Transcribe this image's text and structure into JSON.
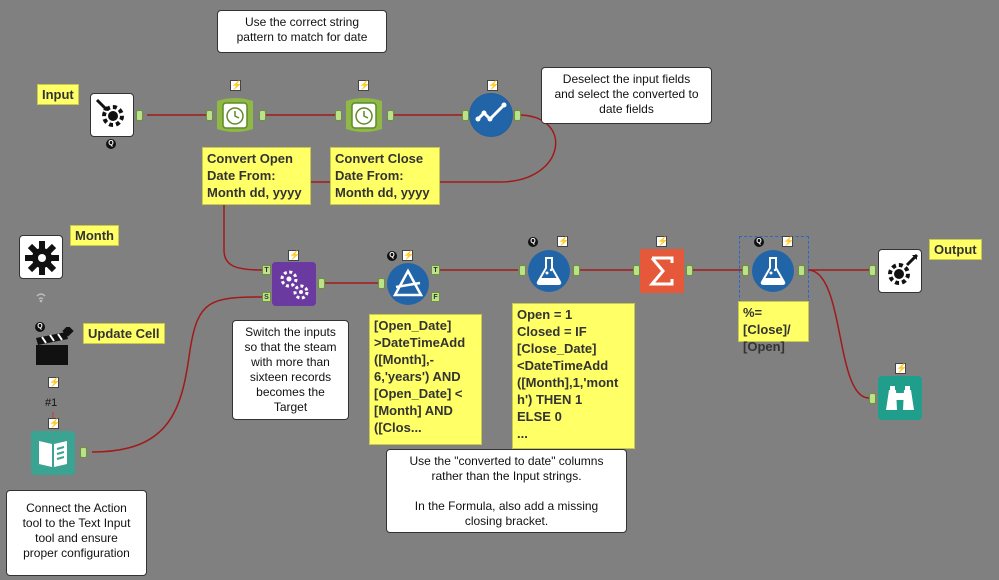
{
  "labels": {
    "input": "Input",
    "month": "Month",
    "update_cell": "Update Cell",
    "output": "Output",
    "convert_open": "Convert Open\nDate From:\nMonth dd, yyyy",
    "convert_close": "Convert Close\nDate From:\nMonth dd, yyyy",
    "filter_expr": "[Open_Date]\n>DateTimeAdd\n([Month],-\n6,'years') AND\n[Open_Date] <\n[Month] AND\n([Clos...",
    "formula1_expr": "Open = 1\nClosed = IF\n[Close_Date]\n<DateTimeAdd\n([Month],1,'mont\nh') THEN 1\nELSE 0\n...",
    "formula2_expr": "%=[Close]/\n[Open]",
    "action_counter": "#1"
  },
  "notes": {
    "string_pattern": "Use the correct string\npattern to match for date",
    "deselect": "Deselect the input fields\nand select the converted to\ndate fields",
    "switch_inputs": "Switch the inputs\nso that the steam\nwith more than\nsixteen records\nbecomes the\nTarget",
    "converted_cols": "Use the \"converted to date\" columns\nrather than the Input strings.\n\nIn the Formula, also add a missing\nclosing bracket.",
    "connect_action": "Connect the Action\ntool to the Text Input\ntool and ensure\nproper configuration"
  },
  "anchors": {
    "true": "T",
    "false": "F",
    "target": "T",
    "source": "S"
  },
  "badges": {
    "bolt": "⚡",
    "q": "Q"
  },
  "tools": [
    {
      "name": "input-macro-tool",
      "icon": "macro-input-icon"
    },
    {
      "name": "datetime-open-tool",
      "icon": "clock-icon"
    },
    {
      "name": "datetime-close-tool",
      "icon": "clock-icon"
    },
    {
      "name": "select-tool",
      "icon": "checkmark-icon"
    },
    {
      "name": "month-control-param-tool",
      "icon": "gear-icon"
    },
    {
      "name": "action-tool",
      "icon": "clapperboard-icon"
    },
    {
      "name": "text-input-tool",
      "icon": "book-icon"
    },
    {
      "name": "append-fields-tool",
      "icon": "gears-icon"
    },
    {
      "name": "filter-tool",
      "icon": "triangle-filter-icon"
    },
    {
      "name": "formula1-tool",
      "icon": "flask-icon"
    },
    {
      "name": "summarize-tool",
      "icon": "sigma-icon"
    },
    {
      "name": "formula2-tool",
      "icon": "flask-icon"
    },
    {
      "name": "macro-output-tool",
      "icon": "macro-output-icon"
    },
    {
      "name": "browse-tool",
      "icon": "binoculars-icon"
    }
  ],
  "colors": {
    "wire": "#a11a1a",
    "note_bg": "#ffff66",
    "anchor": "#b9e28a",
    "canvas": "#808080"
  }
}
